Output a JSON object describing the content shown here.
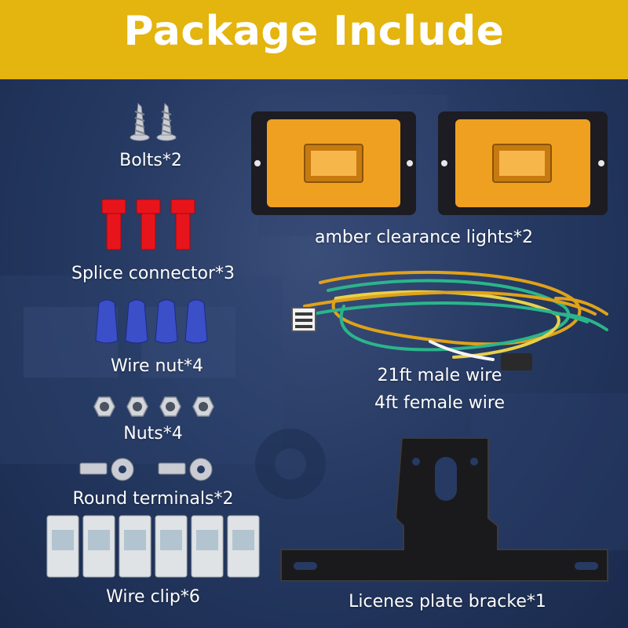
{
  "header": {
    "title": "Package Include"
  },
  "items": {
    "bolts": {
      "label": "Bolts*2"
    },
    "splice": {
      "label": "Splice connector*3"
    },
    "wire_nut": {
      "label": "Wire nut*4"
    },
    "nuts": {
      "label": "Nuts*4"
    },
    "terminals": {
      "label": "Round terminals*2"
    },
    "wire_clip": {
      "label": "Wire clip*6"
    },
    "clearance_lights": {
      "label": "amber clearance lights*2"
    },
    "wire_male": {
      "label": "21ft male wire"
    },
    "wire_female": {
      "label": "4ft female wire"
    },
    "bracket": {
      "label": "Licenes plate bracke*1"
    }
  },
  "colors": {
    "header_bg": "#e4b40f",
    "background": "#263a63",
    "amber": "#f0a020",
    "splice_red": "#e8141c",
    "nut_blue": "#3a4fc8"
  }
}
